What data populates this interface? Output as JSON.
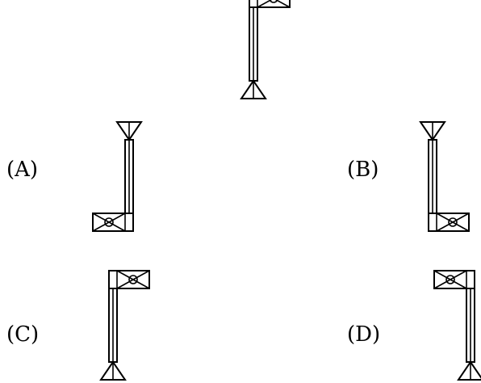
{
  "options": [
    {
      "id": "A",
      "label": "(A)"
    },
    {
      "id": "B",
      "label": "(B)"
    },
    {
      "id": "C",
      "label": "(C)"
    },
    {
      "id": "D",
      "label": "(D)"
    }
  ],
  "colors": {
    "stroke": "#000000",
    "background": "#ffffff"
  }
}
